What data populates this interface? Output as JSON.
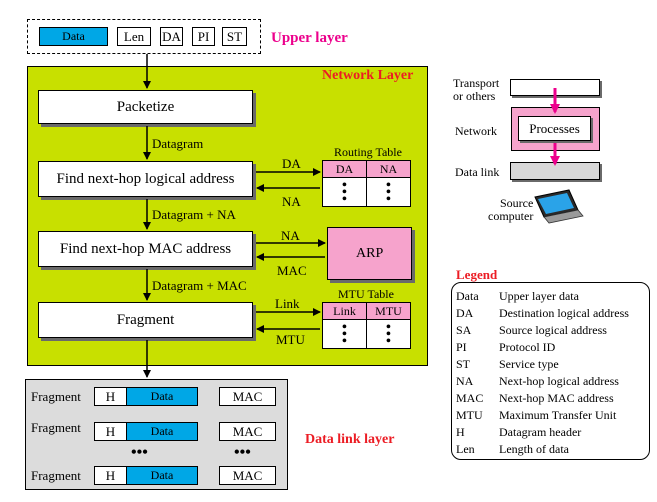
{
  "header": {
    "fields": [
      "Data",
      "Len",
      "DA",
      "PI",
      "ST"
    ],
    "label": "Upper layer"
  },
  "network_layer": {
    "title": "Network Layer",
    "steps": [
      "Packetize",
      "Find next-hop logical address",
      "Find next-hop MAC address",
      "Fragment"
    ],
    "arrow_labels": [
      "Datagram",
      "Datagram + NA",
      "Datagram + MAC"
    ]
  },
  "routing": {
    "title": "Routing Table",
    "cols": [
      "DA",
      "NA"
    ],
    "in_label": "DA",
    "out_label": "NA"
  },
  "arp": {
    "label": "ARP",
    "in_label": "NA",
    "out_label": "MAC"
  },
  "mtu": {
    "title": "MTU Table",
    "cols": [
      "Link",
      "MTU"
    ],
    "in_label": "Link",
    "out_label": "MTU"
  },
  "stack": {
    "layers": [
      "Transport\nor others",
      "Network",
      "Data link"
    ],
    "process_label": "Processes",
    "computer_label": "Source\ncomputer"
  },
  "data_link": {
    "title": "Data link layer",
    "fragment_label": "Fragment",
    "header_cell": "H",
    "data_cell": "Data",
    "mac_cell": "MAC",
    "ellipsis": "•••"
  },
  "legend": {
    "title": "Legend",
    "items": [
      {
        "abbr": "Data",
        "desc": "Upper layer data"
      },
      {
        "abbr": "DA",
        "desc": "Destination logical address"
      },
      {
        "abbr": "SA",
        "desc": "Source logical address"
      },
      {
        "abbr": "PI",
        "desc": "Protocol ID"
      },
      {
        "abbr": "ST",
        "desc": "Service type"
      },
      {
        "abbr": "NA",
        "desc": "Next-hop logical address"
      },
      {
        "abbr": "MAC",
        "desc": "Next-hop MAC address"
      },
      {
        "abbr": "MTU",
        "desc": "Maximum Transfer Unit"
      },
      {
        "abbr": "H",
        "desc": "Datagram header"
      },
      {
        "abbr": "Len",
        "desc": "Length of data"
      }
    ]
  },
  "colors": {
    "network_layer_bg": "#c8e000",
    "upper_label": "#ec008c",
    "network_title": "#ec1c24",
    "data_cell": "#00a7e6",
    "pink": "#f6a3cc",
    "data_link_bg": "#dcdcdc"
  }
}
